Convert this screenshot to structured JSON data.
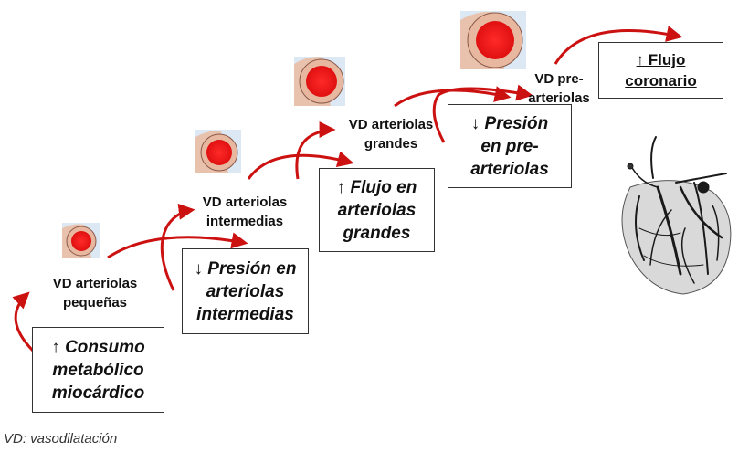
{
  "nodes": {
    "step1": {
      "line1": "VD arteriolas",
      "line2": "pequeñas"
    },
    "step2": {
      "line1": "VD arteriolas",
      "line2": "intermedias"
    },
    "step3": {
      "line1": "VD arteriolas",
      "line2": "grandes"
    },
    "step4": {
      "line1": "VD pre-",
      "line2": "arteriolas"
    }
  },
  "boxes": {
    "consumo": {
      "line1": "↑ Consumo",
      "line2": "metabólico",
      "line3": "miocárdico"
    },
    "presion_intermedias": {
      "line1": "↓ Presión en",
      "line2": "arteriolas",
      "line3": "intermedias"
    },
    "flujo_grandes": {
      "line1": "↑ Flujo en",
      "line2": "arteriolas",
      "line3": "grandes"
    },
    "presion_pre": {
      "line1": "↓ Presión",
      "line2": "en pre-",
      "line3": "arteriolas"
    },
    "flujo_coronario": {
      "line1": "↑ Flujo",
      "line2": "coronario"
    }
  },
  "footnote": "VD: vasodilatación",
  "colors": {
    "arrow": "#cc1111",
    "vessel_lumen": "#ff1a1a",
    "vessel_wall": "#e8b7a0",
    "vessel_bg": "#dce9f5"
  }
}
